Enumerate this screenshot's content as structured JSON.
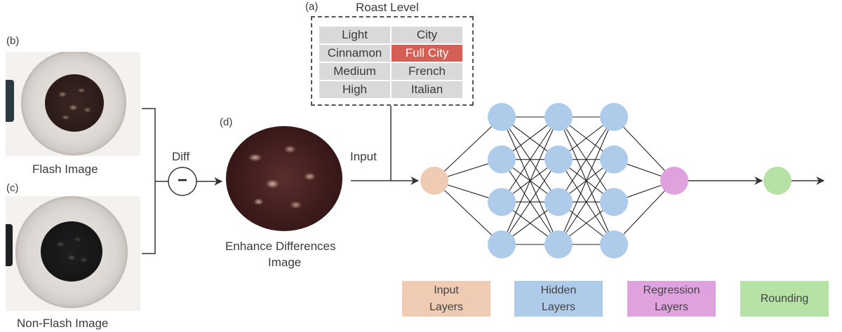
{
  "labels": {
    "a": "(a)",
    "b": "(b)",
    "c": "(c)",
    "d": "(d)",
    "roast_level": "Roast Level",
    "flash_image": "Flash Image",
    "non_flash_image": "Non-Flash Image",
    "diff": "Diff",
    "diff_symbol": "−",
    "input": "Input",
    "enhance_line1": "Enhance Differences",
    "enhance_line2": "Image"
  },
  "roast_levels": [
    "Light",
    "City",
    "Cinnamon",
    "Full City",
    "Medium",
    "French",
    "High",
    "Italian"
  ],
  "selected_roast": "Full City",
  "network": {
    "input_layer_nodes": 1,
    "hidden_layers": 3,
    "hidden_nodes_per_layer": 4,
    "regression_nodes": 1,
    "rounding_nodes": 1
  },
  "legend": [
    {
      "line1": "Input",
      "line2": "Layers",
      "color": "#efcbb3"
    },
    {
      "line1": "Hidden",
      "line2": "Layers",
      "color": "#aecbea"
    },
    {
      "line1": "Regression",
      "line2": "Layers",
      "color": "#e0a2de"
    },
    {
      "line1": "Rounding",
      "line2": "",
      "color": "#b6e2a5"
    }
  ],
  "colors": {
    "input_node": "#efcbb3",
    "hidden_node": "#aecbea",
    "regression_node": "#e0a2de",
    "rounding_node": "#b6e2a5",
    "selected_cell": "#d65f55",
    "cell": "#d9d9d9"
  }
}
